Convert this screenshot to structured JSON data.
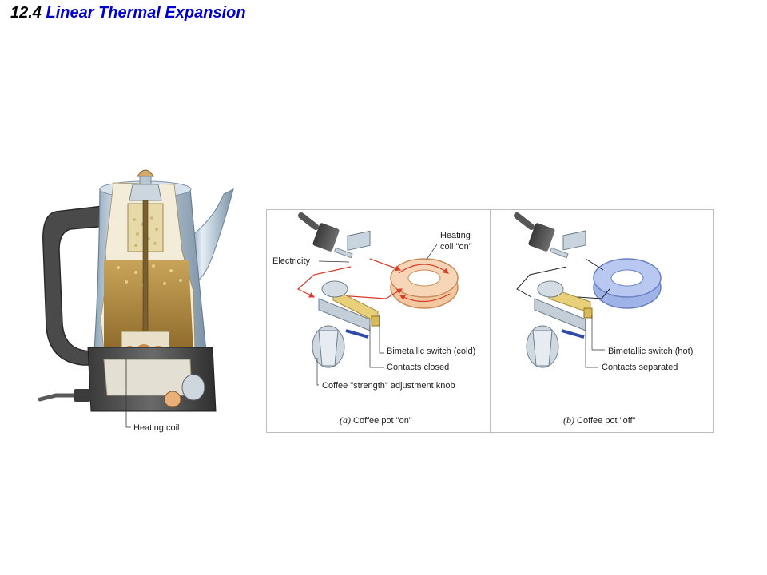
{
  "title": {
    "number": "12.4",
    "text": "Linear Thermal Expansion"
  },
  "colors": {
    "title": "#0000cc",
    "hot_coil": "#f2c8a0",
    "cold_coil": "#9fb3e8",
    "current": "#d93a2a",
    "bimetal": "#e8cf7a",
    "panel_border": "#bdbdbd"
  },
  "pot": {
    "heating_coil_label": "Heating coil"
  },
  "panel_a": {
    "caption_letter": "(a)",
    "caption_text": " Coffee pot \"on\"",
    "labels": {
      "electricity": "Electricity",
      "heating_coil_line1": "Heating",
      "heating_coil_line2": "coil \"on\"",
      "bimetallic_switch": "Bimetallic switch (cold)",
      "contacts": "Contacts closed",
      "knob": "Coffee \"strength\" adjustment knob"
    }
  },
  "panel_b": {
    "caption_letter": "(b)",
    "caption_text": " Coffee pot \"off\"",
    "labels": {
      "bimetallic_switch": "Bimetallic switch (hot)",
      "contacts": "Contacts separated"
    }
  }
}
